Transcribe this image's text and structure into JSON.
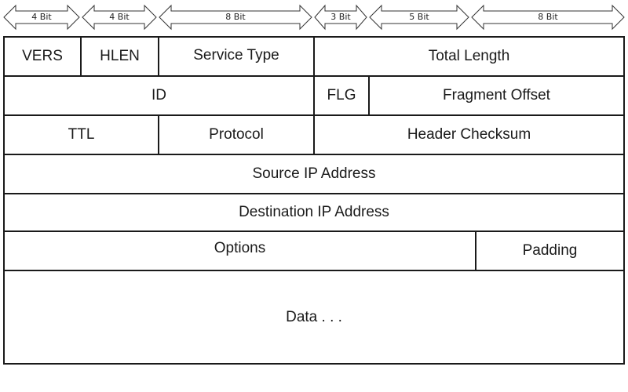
{
  "bit_widths": [
    {
      "id": "vers",
      "label": "4 Bit"
    },
    {
      "id": "hlen",
      "label": "4 Bit"
    },
    {
      "id": "service",
      "label": "8 Bit"
    },
    {
      "id": "flg",
      "label": "3 Bit"
    },
    {
      "id": "fragment",
      "label": "5 Bit"
    },
    {
      "id": "total",
      "label": "8 Bit"
    }
  ],
  "rows": {
    "row1": {
      "vers": "VERS",
      "hlen": "HLEN",
      "service_type": "Service Type",
      "total_length": "Total Length"
    },
    "row2": {
      "id": "ID",
      "flg": "FLG",
      "fragment_offset": "Fragment Offset"
    },
    "row3": {
      "ttl": "TTL",
      "protocol": "Protocol",
      "header_checksum": "Header Checksum"
    },
    "row4": {
      "source_ip": "Source IP Address"
    },
    "row5": {
      "destination_ip": "Destination IP Address"
    },
    "row6": {
      "options": "Options",
      "padding": "Padding"
    },
    "row7": {
      "data": "Data . . ."
    }
  }
}
